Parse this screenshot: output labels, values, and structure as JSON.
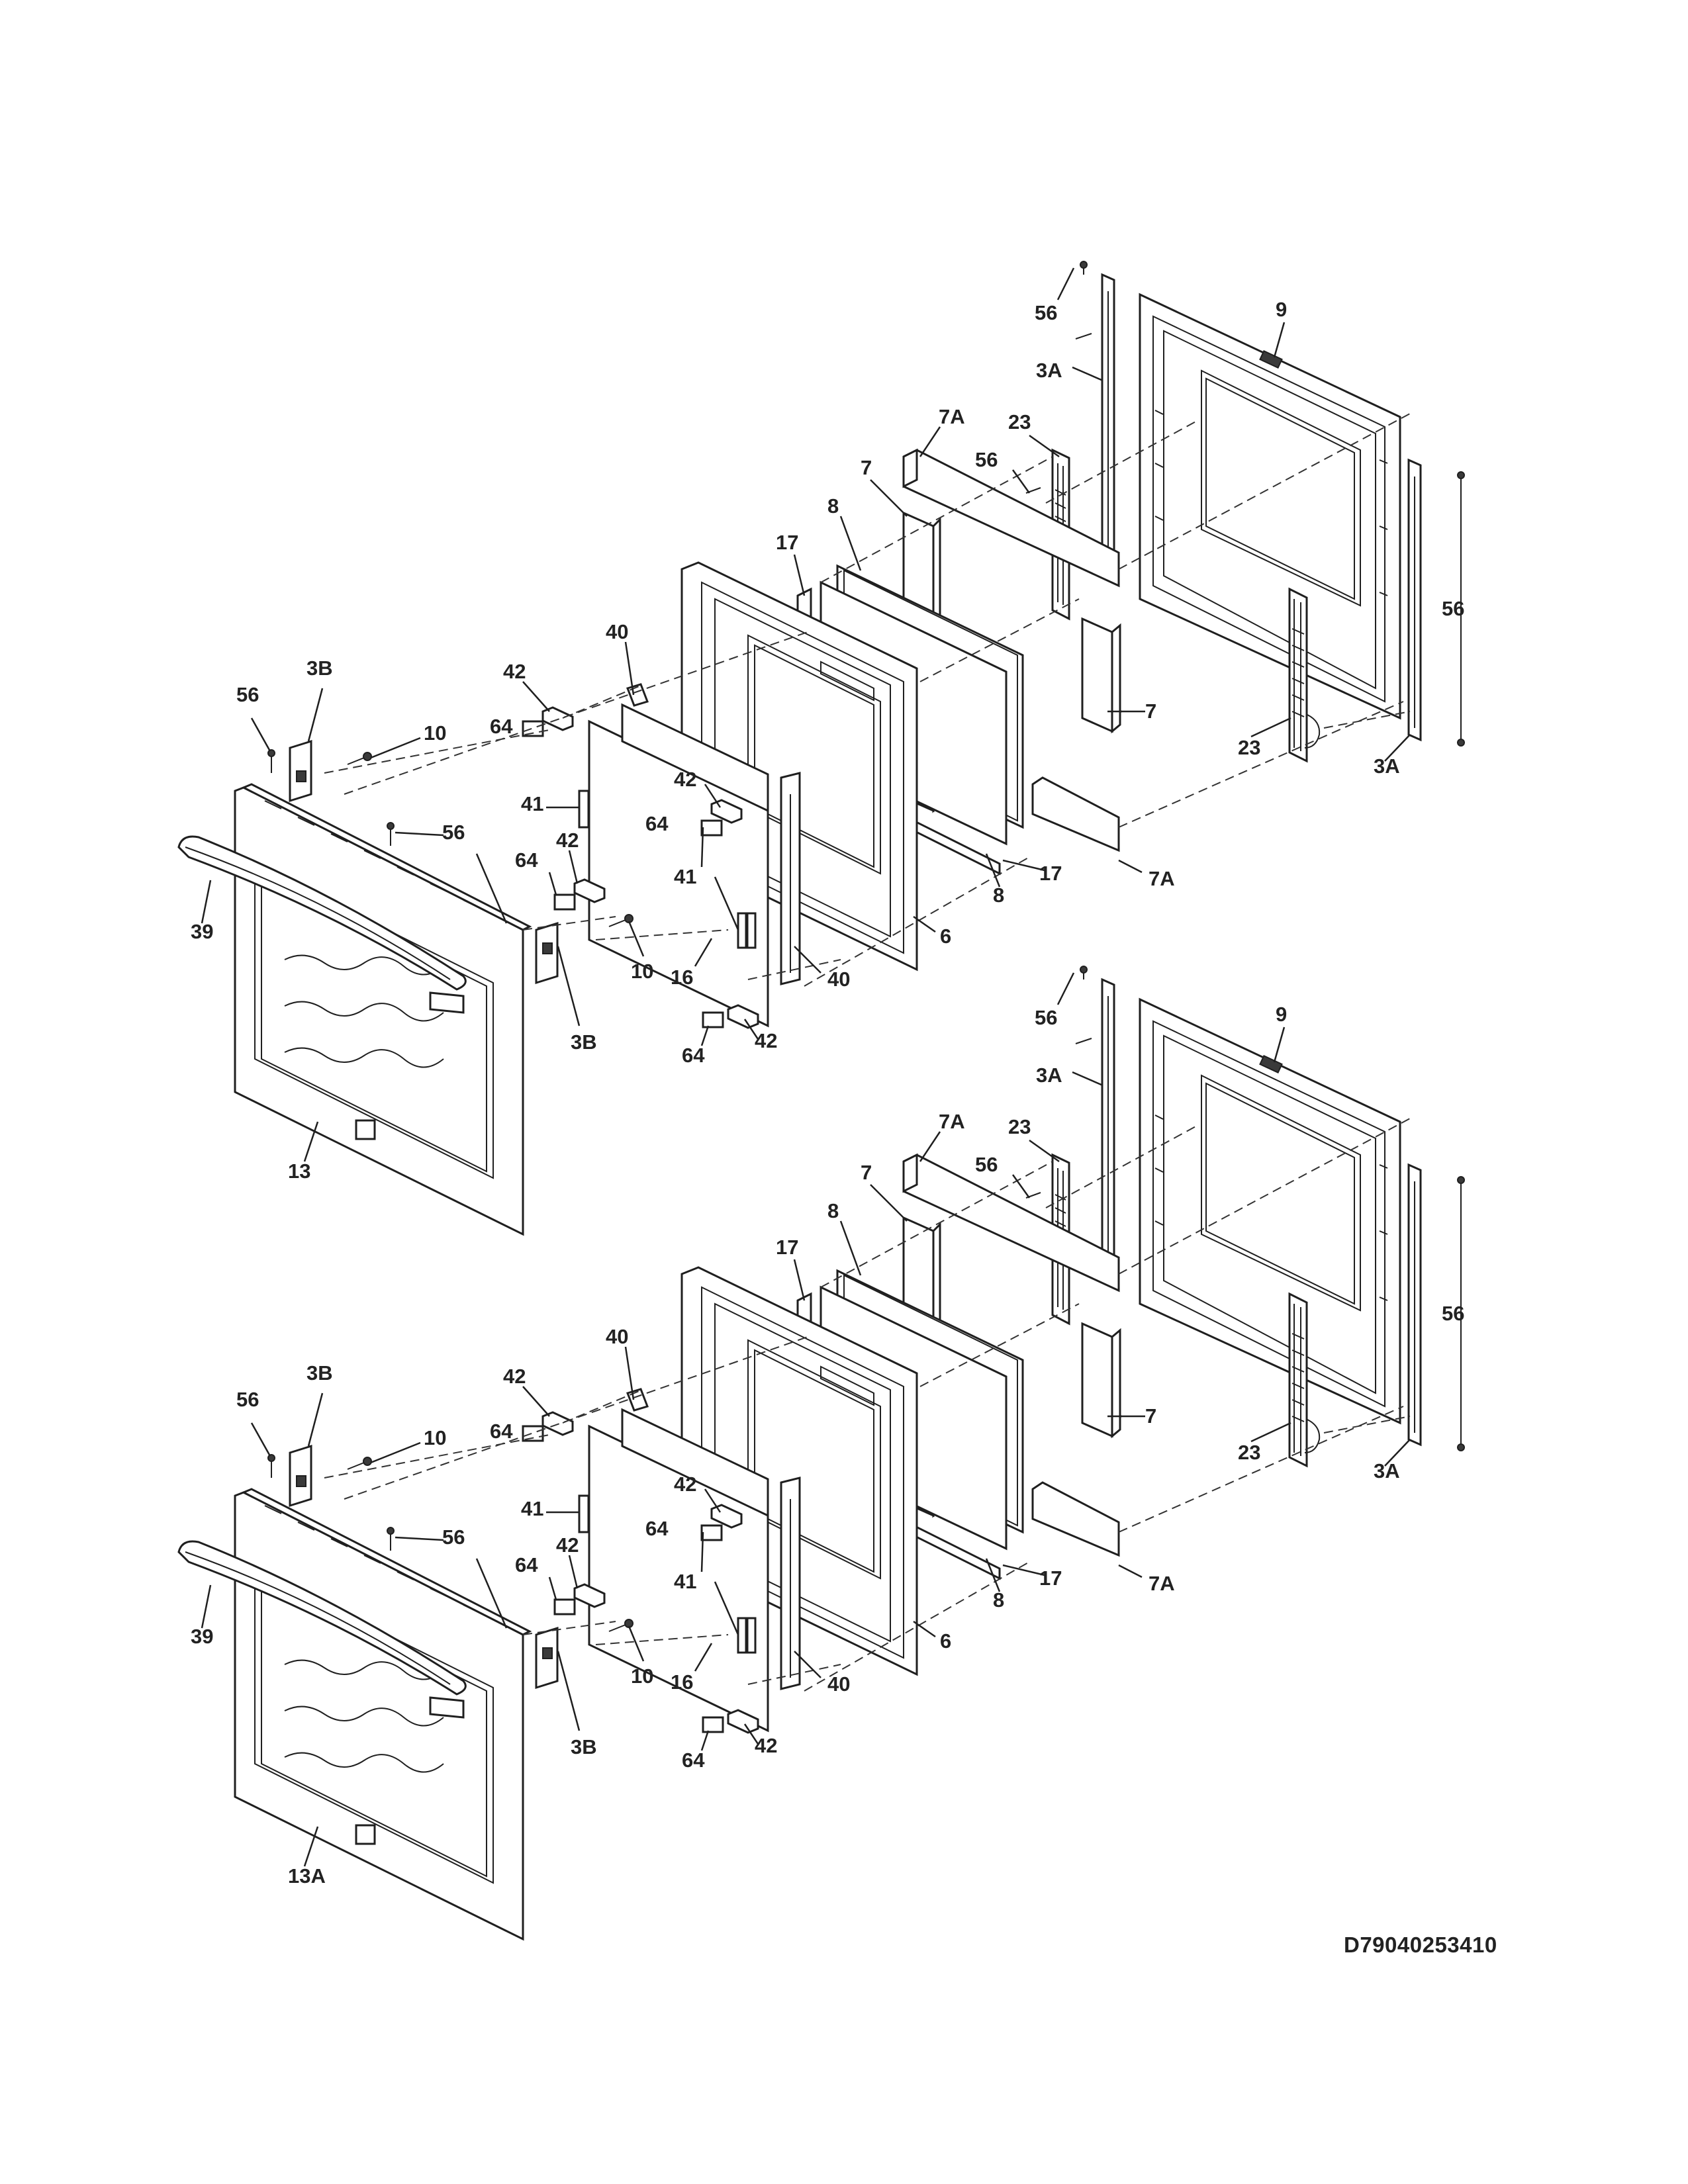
{
  "document_id": "D79040253410",
  "door_assemblies": [
    {
      "name": "upper-door",
      "callouts": [
        "56",
        "3A",
        "9",
        "7A",
        "23",
        "56",
        "7",
        "8",
        "17",
        "56",
        "42",
        "40",
        "3B",
        "56",
        "10",
        "64",
        "41",
        "42",
        "64",
        "42",
        "56",
        "41",
        "64",
        "39",
        "6",
        "17",
        "8",
        "10",
        "16",
        "40",
        "3B",
        "64",
        "42",
        "13",
        "7",
        "23",
        "3A",
        "7A"
      ]
    },
    {
      "name": "lower-door",
      "callouts": [
        "56",
        "3A",
        "9",
        "7A",
        "23",
        "56",
        "7",
        "8",
        "17",
        "56",
        "42",
        "40",
        "3B",
        "56",
        "10",
        "64",
        "41",
        "42",
        "64",
        "42",
        "56",
        "41",
        "64",
        "39",
        "6",
        "17",
        "8",
        "10",
        "16",
        "40",
        "3B",
        "64",
        "42",
        "13A",
        "7",
        "23",
        "3A",
        "7A"
      ]
    }
  ]
}
